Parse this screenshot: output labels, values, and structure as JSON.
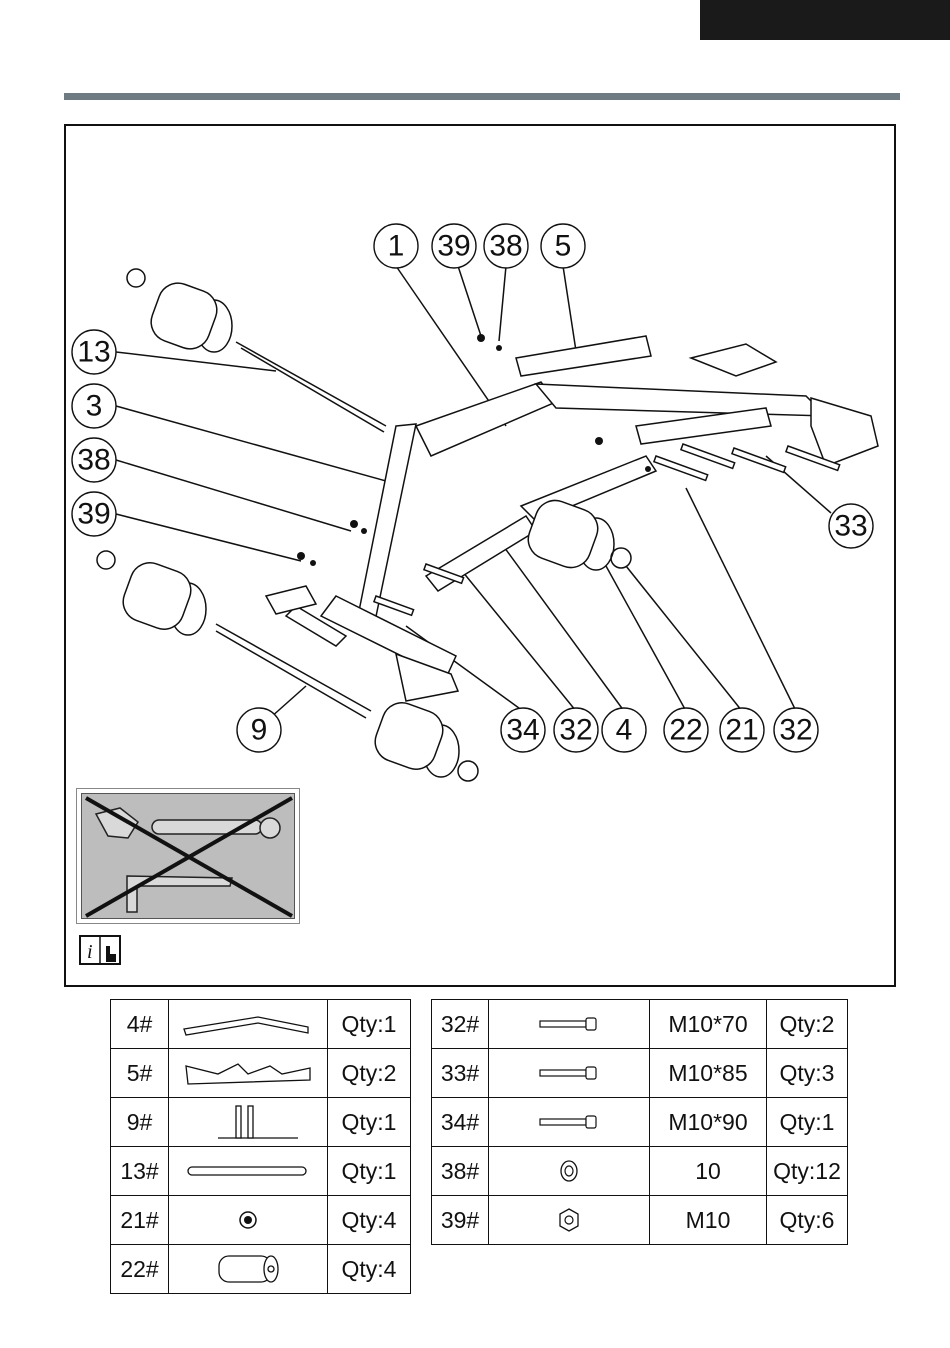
{
  "callouts": {
    "c1": "1",
    "c39a": "39",
    "c38a": "38",
    "c5": "5",
    "c13": "13",
    "c3": "3",
    "c38b": "38",
    "c39b": "39",
    "c33": "33",
    "c9": "9",
    "c34": "34",
    "c32a": "32",
    "c4": "4",
    "c22": "22",
    "c21": "21",
    "c32b": "32"
  },
  "parts_left": [
    {
      "id": "4#",
      "icon": "angled-tube-icon",
      "qty": "Qty:1"
    },
    {
      "id": "5#",
      "icon": "bracket-plate-icon",
      "qty": "Qty:2"
    },
    {
      "id": "9#",
      "icon": "roller-frame-icon",
      "qty": "Qty:1"
    },
    {
      "id": "13#",
      "icon": "long-rod-icon",
      "qty": "Qty:1"
    },
    {
      "id": "21#",
      "icon": "end-cap-icon",
      "qty": "Qty:4"
    },
    {
      "id": "22#",
      "icon": "foam-roller-icon",
      "qty": "Qty:4"
    }
  ],
  "parts_right": [
    {
      "id": "32#",
      "icon": "bolt-icon",
      "size": "M10*70",
      "qty": "Qty:2"
    },
    {
      "id": "33#",
      "icon": "bolt-icon",
      "size": "M10*85",
      "qty": "Qty:3"
    },
    {
      "id": "34#",
      "icon": "bolt-icon",
      "size": "M10*90",
      "qty": "Qty:1"
    },
    {
      "id": "38#",
      "icon": "washer-icon",
      "size": "10",
      "qty": "Qty:12"
    },
    {
      "id": "39#",
      "icon": "nut-icon",
      "size": "M10",
      "qty": "Qty:6"
    }
  ]
}
